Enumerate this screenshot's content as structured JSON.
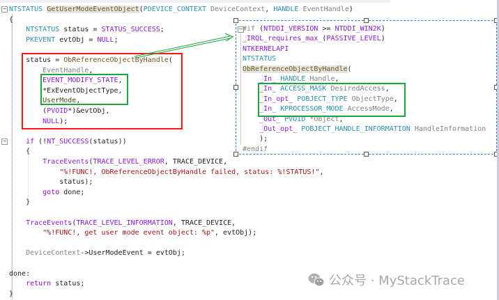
{
  "code": {
    "left": [
      [
        {
          "t": "NTSTATUS ",
          "c": "ty"
        },
        {
          "t": "GetUserModeEventObject",
          "c": "fnh"
        },
        {
          "t": "(",
          "c": "pl"
        },
        {
          "t": "PDEVICE_CONTEXT ",
          "c": "ty"
        },
        {
          "t": "DeviceContext",
          "c": "pr"
        },
        {
          "t": ", ",
          "c": "pl"
        },
        {
          "t": "HANDLE ",
          "c": "ty"
        },
        {
          "t": "EventHandle",
          "c": "pr"
        },
        {
          "t": ")",
          "c": "pl"
        }
      ],
      [
        {
          "t": "{",
          "c": "pl"
        }
      ],
      [
        {
          "t": "    NTSTATUS ",
          "c": "ty"
        },
        {
          "t": "status = ",
          "c": "pl"
        },
        {
          "t": "STATUS_SUCCESS",
          "c": "mc"
        },
        {
          "t": ";",
          "c": "pl"
        }
      ],
      [
        {
          "t": "    PKEVENT ",
          "c": "ty"
        },
        {
          "t": "evtObj = ",
          "c": "pl"
        },
        {
          "t": "NULL",
          "c": "mc"
        },
        {
          "t": ";",
          "c": "pl"
        }
      ],
      [],
      [
        {
          "t": "    status = ",
          "c": "pl"
        },
        {
          "t": "ObReferenceObjectByHandle",
          "c": "fn"
        },
        {
          "t": "(",
          "c": "pl"
        }
      ],
      [
        {
          "t": "        EventHandle",
          "c": "pr"
        },
        {
          "t": ",",
          "c": "pl"
        }
      ],
      [
        {
          "t": "        EVENT_MODIFY_STATE",
          "c": "mc"
        },
        {
          "t": ",",
          "c": "pl"
        }
      ],
      [
        {
          "t": "        *ExEventObjectType,",
          "c": "pl"
        }
      ],
      [
        {
          "t": "        UserMode",
          "c": "en"
        },
        {
          "t": ",",
          "c": "pl"
        }
      ],
      [
        {
          "t": "        (",
          "c": "pl"
        },
        {
          "t": "PVOID",
          "c": "mc"
        },
        {
          "t": "*)&evtObj,",
          "c": "pl"
        }
      ],
      [
        {
          "t": "        NULL",
          "c": "mc"
        },
        {
          "t": ");",
          "c": "pl"
        }
      ],
      [],
      [
        {
          "t": "    if ",
          "c": "kw"
        },
        {
          "t": "(!",
          "c": "pl"
        },
        {
          "t": "NT_SUCCESS",
          "c": "mc"
        },
        {
          "t": "(status))",
          "c": "pl"
        }
      ],
      [
        {
          "t": "    {",
          "c": "pl"
        }
      ],
      [
        {
          "t": "        TraceEvents",
          "c": "mc"
        },
        {
          "t": "(",
          "c": "pl"
        },
        {
          "t": "TRACE_LEVEL_ERROR",
          "c": "mc"
        },
        {
          "t": ", TRACE_DEVICE,",
          "c": "pl"
        }
      ],
      [
        {
          "t": "            \"%!FUNC!, ObReferenceObjectByHandle failed, status: %!STATUS!\"",
          "c": "st"
        },
        {
          "t": ",",
          "c": "pl"
        }
      ],
      [
        {
          "t": "            status);",
          "c": "pl"
        }
      ],
      [
        {
          "t": "        goto ",
          "c": "kw"
        },
        {
          "t": "done;",
          "c": "pl"
        }
      ],
      [
        {
          "t": "    }",
          "c": "pl"
        }
      ],
      [],
      [
        {
          "t": "    TraceEvents",
          "c": "mc"
        },
        {
          "t": "(",
          "c": "pl"
        },
        {
          "t": "TRACE_LEVEL_INFORMATION",
          "c": "mc"
        },
        {
          "t": ", TRACE_DEVICE,",
          "c": "pl"
        }
      ],
      [
        {
          "t": "        \"%!FUNC!, get user mode event object: %p\"",
          "c": "st"
        },
        {
          "t": ", evtObj);",
          "c": "pl"
        }
      ],
      [],
      [
        {
          "t": "    DeviceContext",
          "c": "pr"
        },
        {
          "t": "->UserModeEvent = evtObj;",
          "c": "pl"
        }
      ],
      [],
      [
        {
          "t": "done:",
          "c": "pl"
        }
      ],
      [
        {
          "t": "    return ",
          "c": "kw"
        },
        {
          "t": "status;",
          "c": "pl"
        }
      ],
      [
        {
          "t": "}",
          "c": "pl"
        }
      ]
    ],
    "peek": [
      [
        {
          "t": "#if ",
          "c": "pp"
        },
        {
          "t": "(",
          "c": "pl"
        },
        {
          "t": "NTDDI_VERSION",
          "c": "mc"
        },
        {
          "t": " >= ",
          "c": "pl"
        },
        {
          "t": "NTDDI_WIN2K",
          "c": "mc"
        },
        {
          "t": ")",
          "c": "pl"
        }
      ],
      [
        {
          "t": "_IRQL_requires_max_",
          "c": "mc"
        },
        {
          "t": "(",
          "c": "pl"
        },
        {
          "t": "PASSIVE_LEVEL",
          "c": "mc"
        },
        {
          "t": ")",
          "c": "pl"
        }
      ],
      [
        {
          "t": "NTKERNELAPI",
          "c": "mc"
        }
      ],
      [
        {
          "t": "NTSTATUS",
          "c": "ty"
        }
      ],
      [
        {
          "t": "ObReferenceObjectByHandle",
          "c": "fnh"
        },
        {
          "t": "(",
          "c": "pl"
        }
      ],
      [
        {
          "t": "    _In_ ",
          "c": "mc"
        },
        {
          "t": "HANDLE ",
          "c": "ty"
        },
        {
          "t": "Handle",
          "c": "pr"
        },
        {
          "t": ",",
          "c": "pl"
        }
      ],
      [
        {
          "t": "    _In_ ",
          "c": "mc"
        },
        {
          "t": "ACCESS_MASK ",
          "c": "ty"
        },
        {
          "t": "DesiredAccess",
          "c": "pr"
        },
        {
          "t": ",",
          "c": "pl"
        }
      ],
      [
        {
          "t": "    _In_opt_ ",
          "c": "mc"
        },
        {
          "t": "POBJECT_TYPE ",
          "c": "ty"
        },
        {
          "t": "ObjectType",
          "c": "pr"
        },
        {
          "t": ",",
          "c": "pl"
        }
      ],
      [
        {
          "t": "    _In_ ",
          "c": "mc"
        },
        {
          "t": "KPROCESSOR_MODE ",
          "c": "ty"
        },
        {
          "t": "AccessMode",
          "c": "pr"
        },
        {
          "t": ",",
          "c": "pl"
        }
      ],
      [
        {
          "t": "    _Out_ ",
          "c": "mc"
        },
        {
          "t": "PVOID ",
          "c": "ty"
        },
        {
          "t": "*Object",
          "c": "pr"
        },
        {
          "t": ",",
          "c": "pl"
        }
      ],
      [
        {
          "t": "    _Out_opt_ ",
          "c": "mc"
        },
        {
          "t": "POBJECT_HANDLE_INFORMATION ",
          "c": "ty"
        },
        {
          "t": "HandleInformation",
          "c": "pr"
        }
      ],
      [
        {
          "t": "    );",
          "c": "pl"
        }
      ],
      [
        {
          "t": "#endif",
          "c": "pp"
        }
      ]
    ]
  },
  "fold_symbol": "−",
  "annotations": {
    "red_box_color": "#ff1414",
    "green_box_color": "#1fa540",
    "arrow_color": "#1fa540"
  },
  "watermark": {
    "text": "公众号 · MyStackTrace",
    "icon": "wechat-icon"
  }
}
